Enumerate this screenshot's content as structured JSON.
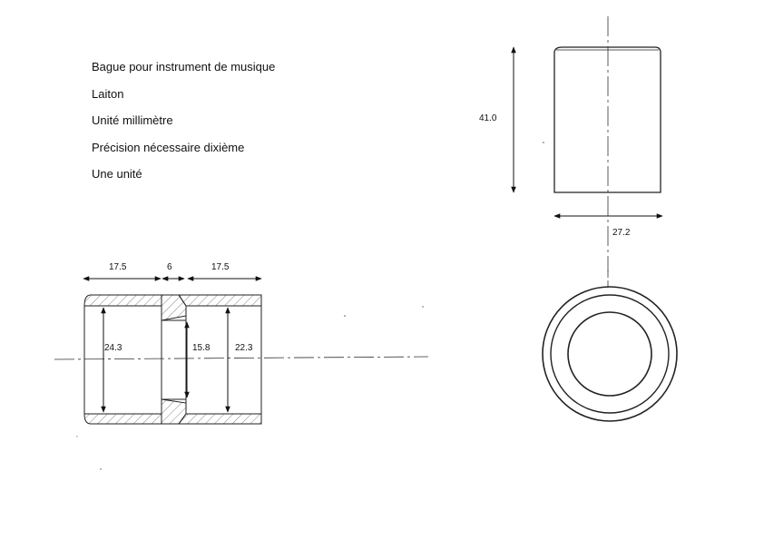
{
  "notes": [
    "Bague pour instrument de musique",
    "Laiton",
    "Unité millimètre",
    "Précision nécessaire dixième",
    "Une unité"
  ],
  "section_view": {
    "length_left": "17.5",
    "length_middle": "6",
    "length_right": "17.5",
    "bore_left": "24.3",
    "bore_middle": "15.8",
    "bore_right": "22.3"
  },
  "side_view": {
    "height": "41.0",
    "width": "27.2"
  }
}
